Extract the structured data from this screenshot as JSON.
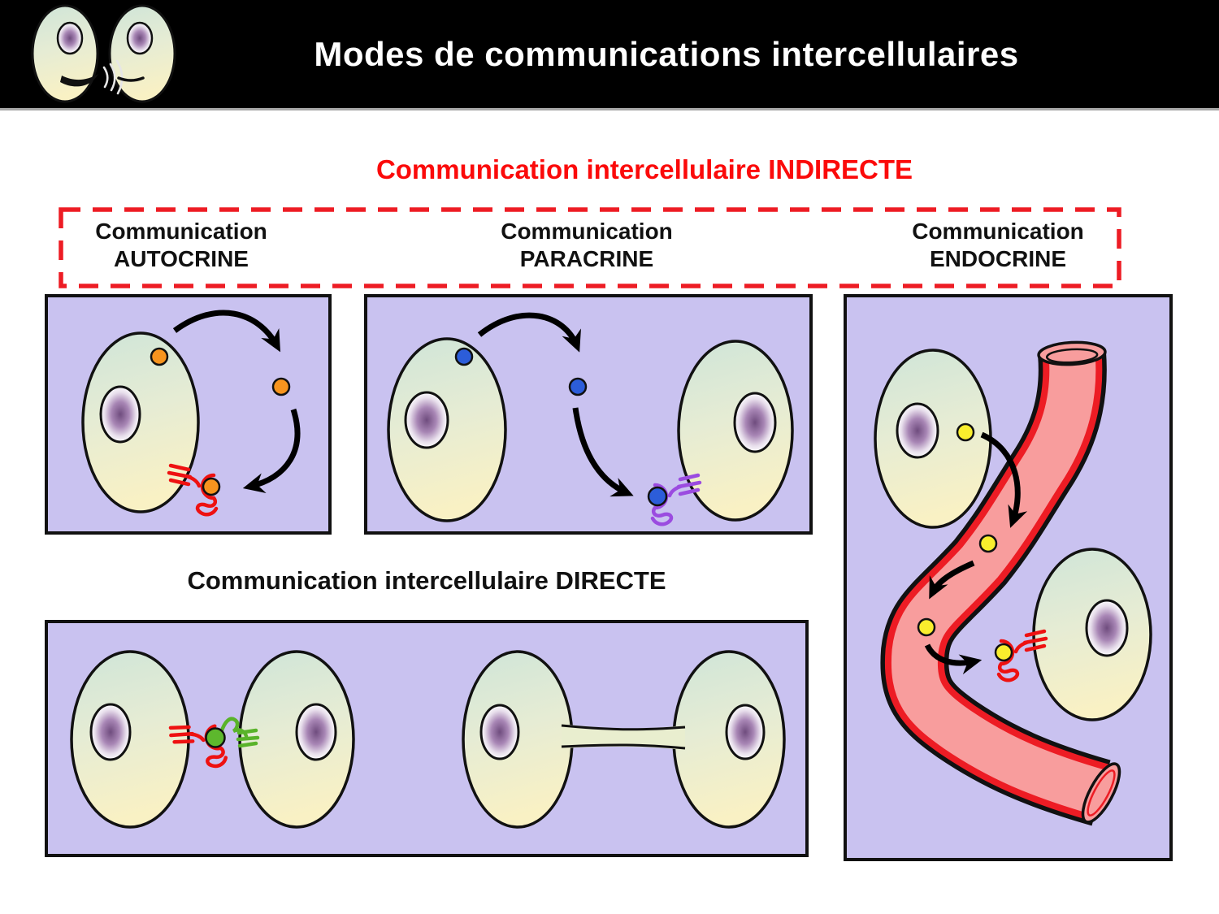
{
  "header": {
    "title": "Modes de communications intercellulaires",
    "logo": "two talking cells"
  },
  "indirect": {
    "title": "Communication intercellulaire INDIRECTE",
    "modes": [
      {
        "line1": "Communication",
        "line2": "AUTOCRINE"
      },
      {
        "line1": "Communication",
        "line2": "PARACRINE"
      },
      {
        "line1": "Communication",
        "line2": "ENDOCRINE"
      }
    ]
  },
  "direct": {
    "title": "Communication intercellulaire DIRECTE"
  },
  "colors": {
    "header_bg": "#000000",
    "header_text": "#ffffff",
    "indirect_title_red": "#fb0a0a",
    "dashed_border_red": "#ed1c24",
    "panel_bg": "#c9c2f0",
    "cell_top_mint": "#cfe5d8",
    "cell_bottom_yellow": "#f9f1c4",
    "nucleus_purple": "#6f4c7e",
    "ligand_orange": "#f7941e",
    "ligand_blue": "#2c5dd9",
    "ligand_yellow": "#f9ee2d",
    "ligand_green": "#5db82d",
    "receptor_red": "#ee1111",
    "receptor_purple": "#9b4be0",
    "receptor_green": "#59b32a",
    "vessel_pink": "#f89d9d",
    "vessel_red": "#ed1c24"
  }
}
